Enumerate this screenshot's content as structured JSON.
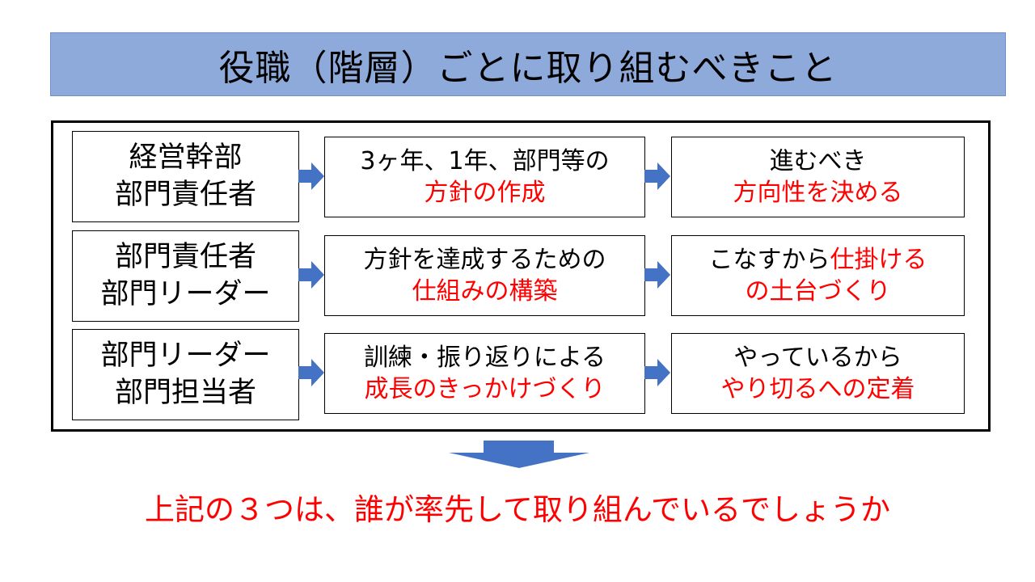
{
  "title": "役職（階層）ごとに取り組むべきこと",
  "rows": [
    {
      "role": [
        "経営幹部",
        "部門責任者"
      ],
      "action": {
        "line1": "3ヶ年、1年、部門等の",
        "line2": "方針の作成"
      },
      "result": {
        "line1a": "進むべき",
        "line1b": "",
        "line2": "方向性を決める"
      }
    },
    {
      "role": [
        "部門責任者",
        "部門リーダー"
      ],
      "action": {
        "line1": "方針を達成するための",
        "line2": "仕組みの構築"
      },
      "result": {
        "line1a": "こなすから",
        "line1b": "仕掛ける",
        "line2": "の土台づくり"
      }
    },
    {
      "role": [
        "部門リーダー",
        "部門担当者"
      ],
      "action": {
        "line1": "訓練・振り返りによる",
        "line2": "成長のきっかけづくり"
      },
      "result": {
        "line1a": "やっているから",
        "line1b": "",
        "line2": "やり切るへの定着"
      }
    }
  ],
  "conclusion": "上記の３つは、誰が率先して取り組んでいるでしょうか",
  "colors": {
    "title_bg": "#8eaadb",
    "arrow": "#4472c4",
    "accent": "#ff0000"
  }
}
